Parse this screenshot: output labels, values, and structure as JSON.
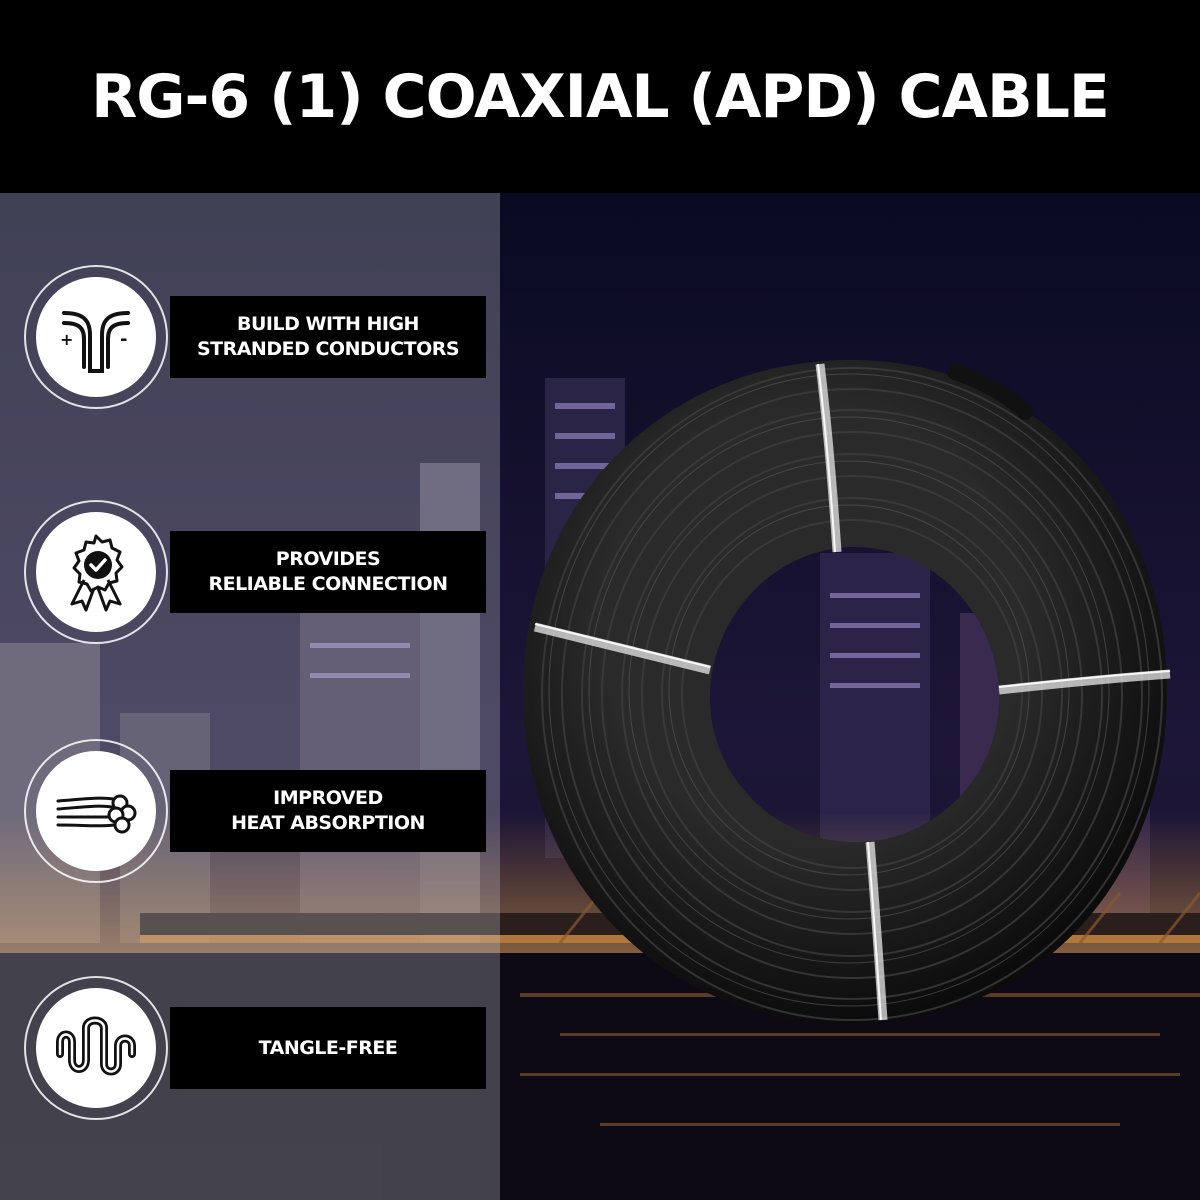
{
  "header": {
    "title": "RG-6 (1) COAXIAL (APD) CABLE"
  },
  "features": [
    {
      "icon": "stranded-conductor-icon",
      "line1": "BUILD WITH HIGH",
      "line2": "STRANDED CONDUCTORS"
    },
    {
      "icon": "certified-badge-icon",
      "line1": "PROVIDES",
      "line2": "RELIABLE CONNECTION"
    },
    {
      "icon": "wire-bundle-icon",
      "line1": "IMPROVED",
      "line2": "HEAT ABSORPTION"
    },
    {
      "icon": "tangle-free-wave-icon",
      "line1": "TANGLE-FREE",
      "line2": ""
    }
  ],
  "colors": {
    "header_bg": "#000000",
    "label_bg": "#000000",
    "text": "#ffffff",
    "night_sky": "#12102a",
    "cable": "#1a1a1a"
  }
}
